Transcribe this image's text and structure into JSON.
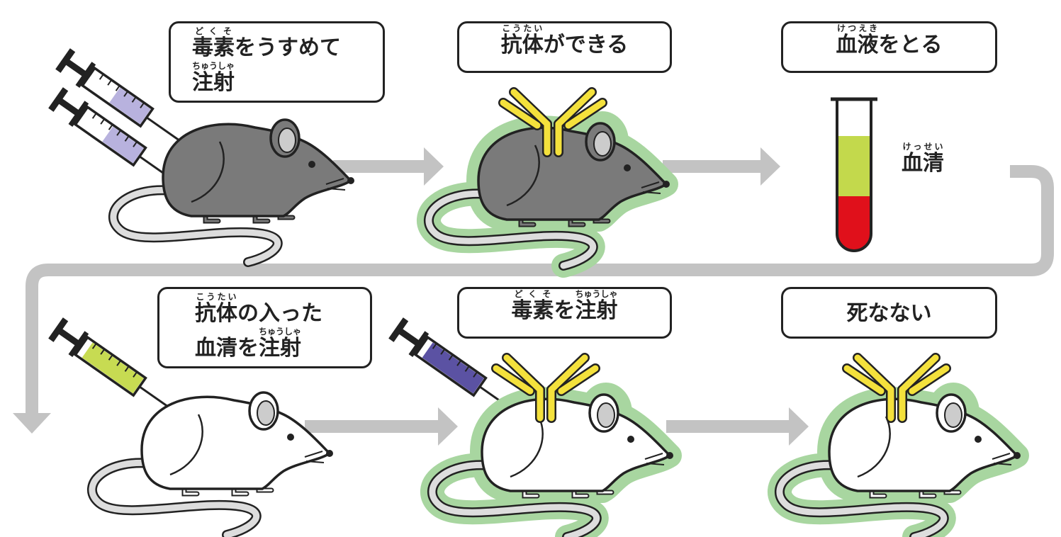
{
  "labels": {
    "step1": {
      "ruby1": "どくそ",
      "base1": "毒素",
      "rest1": "をうすめて",
      "ruby2": "ちゅうしゃ",
      "base2": "注射"
    },
    "step2": {
      "ruby1": "こうたい",
      "base1": "抗体",
      "rest1": "ができる"
    },
    "step3": {
      "ruby1": "けつえき",
      "base1": "血液",
      "rest1": "をとる"
    },
    "serum": {
      "ruby1": "けっせい",
      "base1": "血清"
    },
    "step4": {
      "ruby1": "こうたい",
      "base1": "抗体",
      "rest1": "の入った",
      "pre2": "血清を",
      "ruby2": "ちゅうしゃ",
      "base2": "注射"
    },
    "step5": {
      "ruby1": "どくそ",
      "base1": "毒素",
      "rest1": "を",
      "ruby2": "ちゅうしゃ",
      "base2": "注射"
    },
    "step6": {
      "text": "死なない"
    }
  },
  "colors": {
    "arrow": "#c3c3c3",
    "halo": "#a8d6a0",
    "antibody": "#f4e13c",
    "serum": "#c3d94c",
    "blood": "#e0101b",
    "gray_mouse": "#7a7a7a",
    "syringe_dilute": "#b8b2de",
    "syringe_serum": "#c7db52",
    "syringe_toxin": "#5b52a3"
  }
}
